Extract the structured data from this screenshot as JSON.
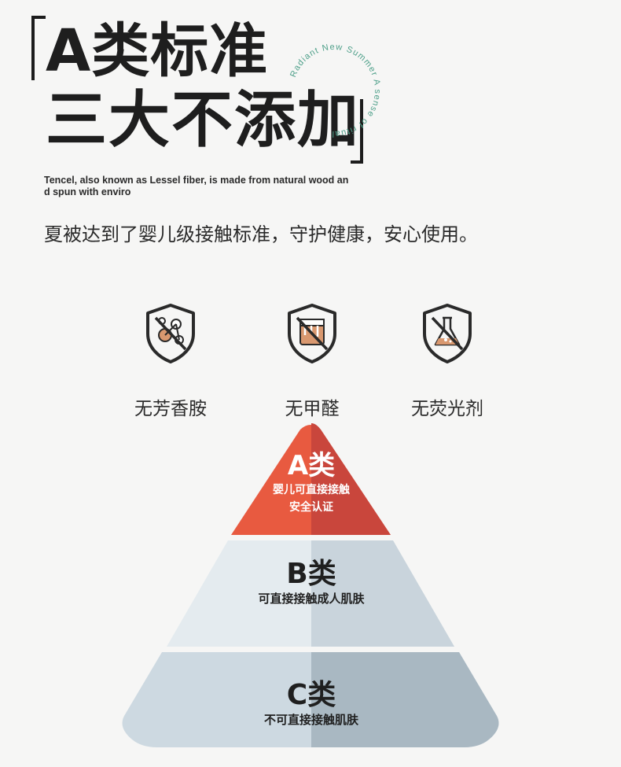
{
  "header": {
    "title_line1": "A类标准",
    "title_line2": "三大不添加",
    "arc_text": "Radiant New Summer A sense of ritual",
    "description_en": "Tencel, also known as Lessel fiber, is made from natural wood and spun with enviro",
    "subtitle": "夏被达到了婴儿级接触标准，守护健康，安心使用。"
  },
  "features": [
    {
      "label": "无芳香胺",
      "icon": "no-aromatic-amine-shield-icon"
    },
    {
      "label": "无甲醛",
      "icon": "no-formaldehyde-shield-icon"
    },
    {
      "label": "无荧光剂",
      "icon": "no-fluorescent-agent-shield-icon"
    }
  ],
  "pyramid": {
    "tiers": [
      {
        "grade": "A类",
        "desc_line1": "婴儿可直接接触",
        "desc_line2": "安全认证"
      },
      {
        "grade": "B类",
        "desc_line1": "可直接接触成人肌肤"
      },
      {
        "grade": "C类",
        "desc_line1": "不可直接接触肌肤"
      }
    ]
  },
  "colors": {
    "tier_a": "#e85a40",
    "tier_a_shade": "#c9463c",
    "tier_b": "#e4ebef",
    "tier_b_shade": "#c9d4dc",
    "tier_c": "#cdd9e1",
    "tier_c_shade": "#a9b8c2",
    "icon_accent": "#d9986f"
  }
}
